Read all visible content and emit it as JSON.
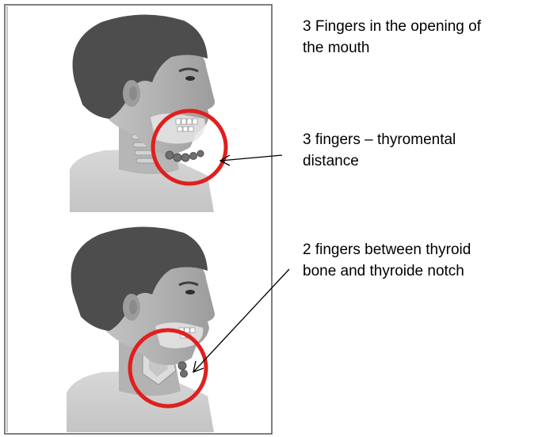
{
  "captions": {
    "mouth_opening": {
      "line1": "3 Fingers in the opening of",
      "line2": "the mouth"
    },
    "thyromental": {
      "line1": "3 fingers – thyromental",
      "line2": "distance"
    },
    "thyroid_notch": {
      "line1": "2 fingers between thyroid",
      "line2": "bone and thyroide notch"
    }
  },
  "colors": {
    "highlight_ring": "#e01f1f",
    "figure_border": "#555555",
    "hair": "#4d4d4d",
    "skin": "#a9a9a9",
    "background": "#ffffff"
  },
  "icons": [
    "head-profile-top",
    "head-profile-bottom"
  ]
}
